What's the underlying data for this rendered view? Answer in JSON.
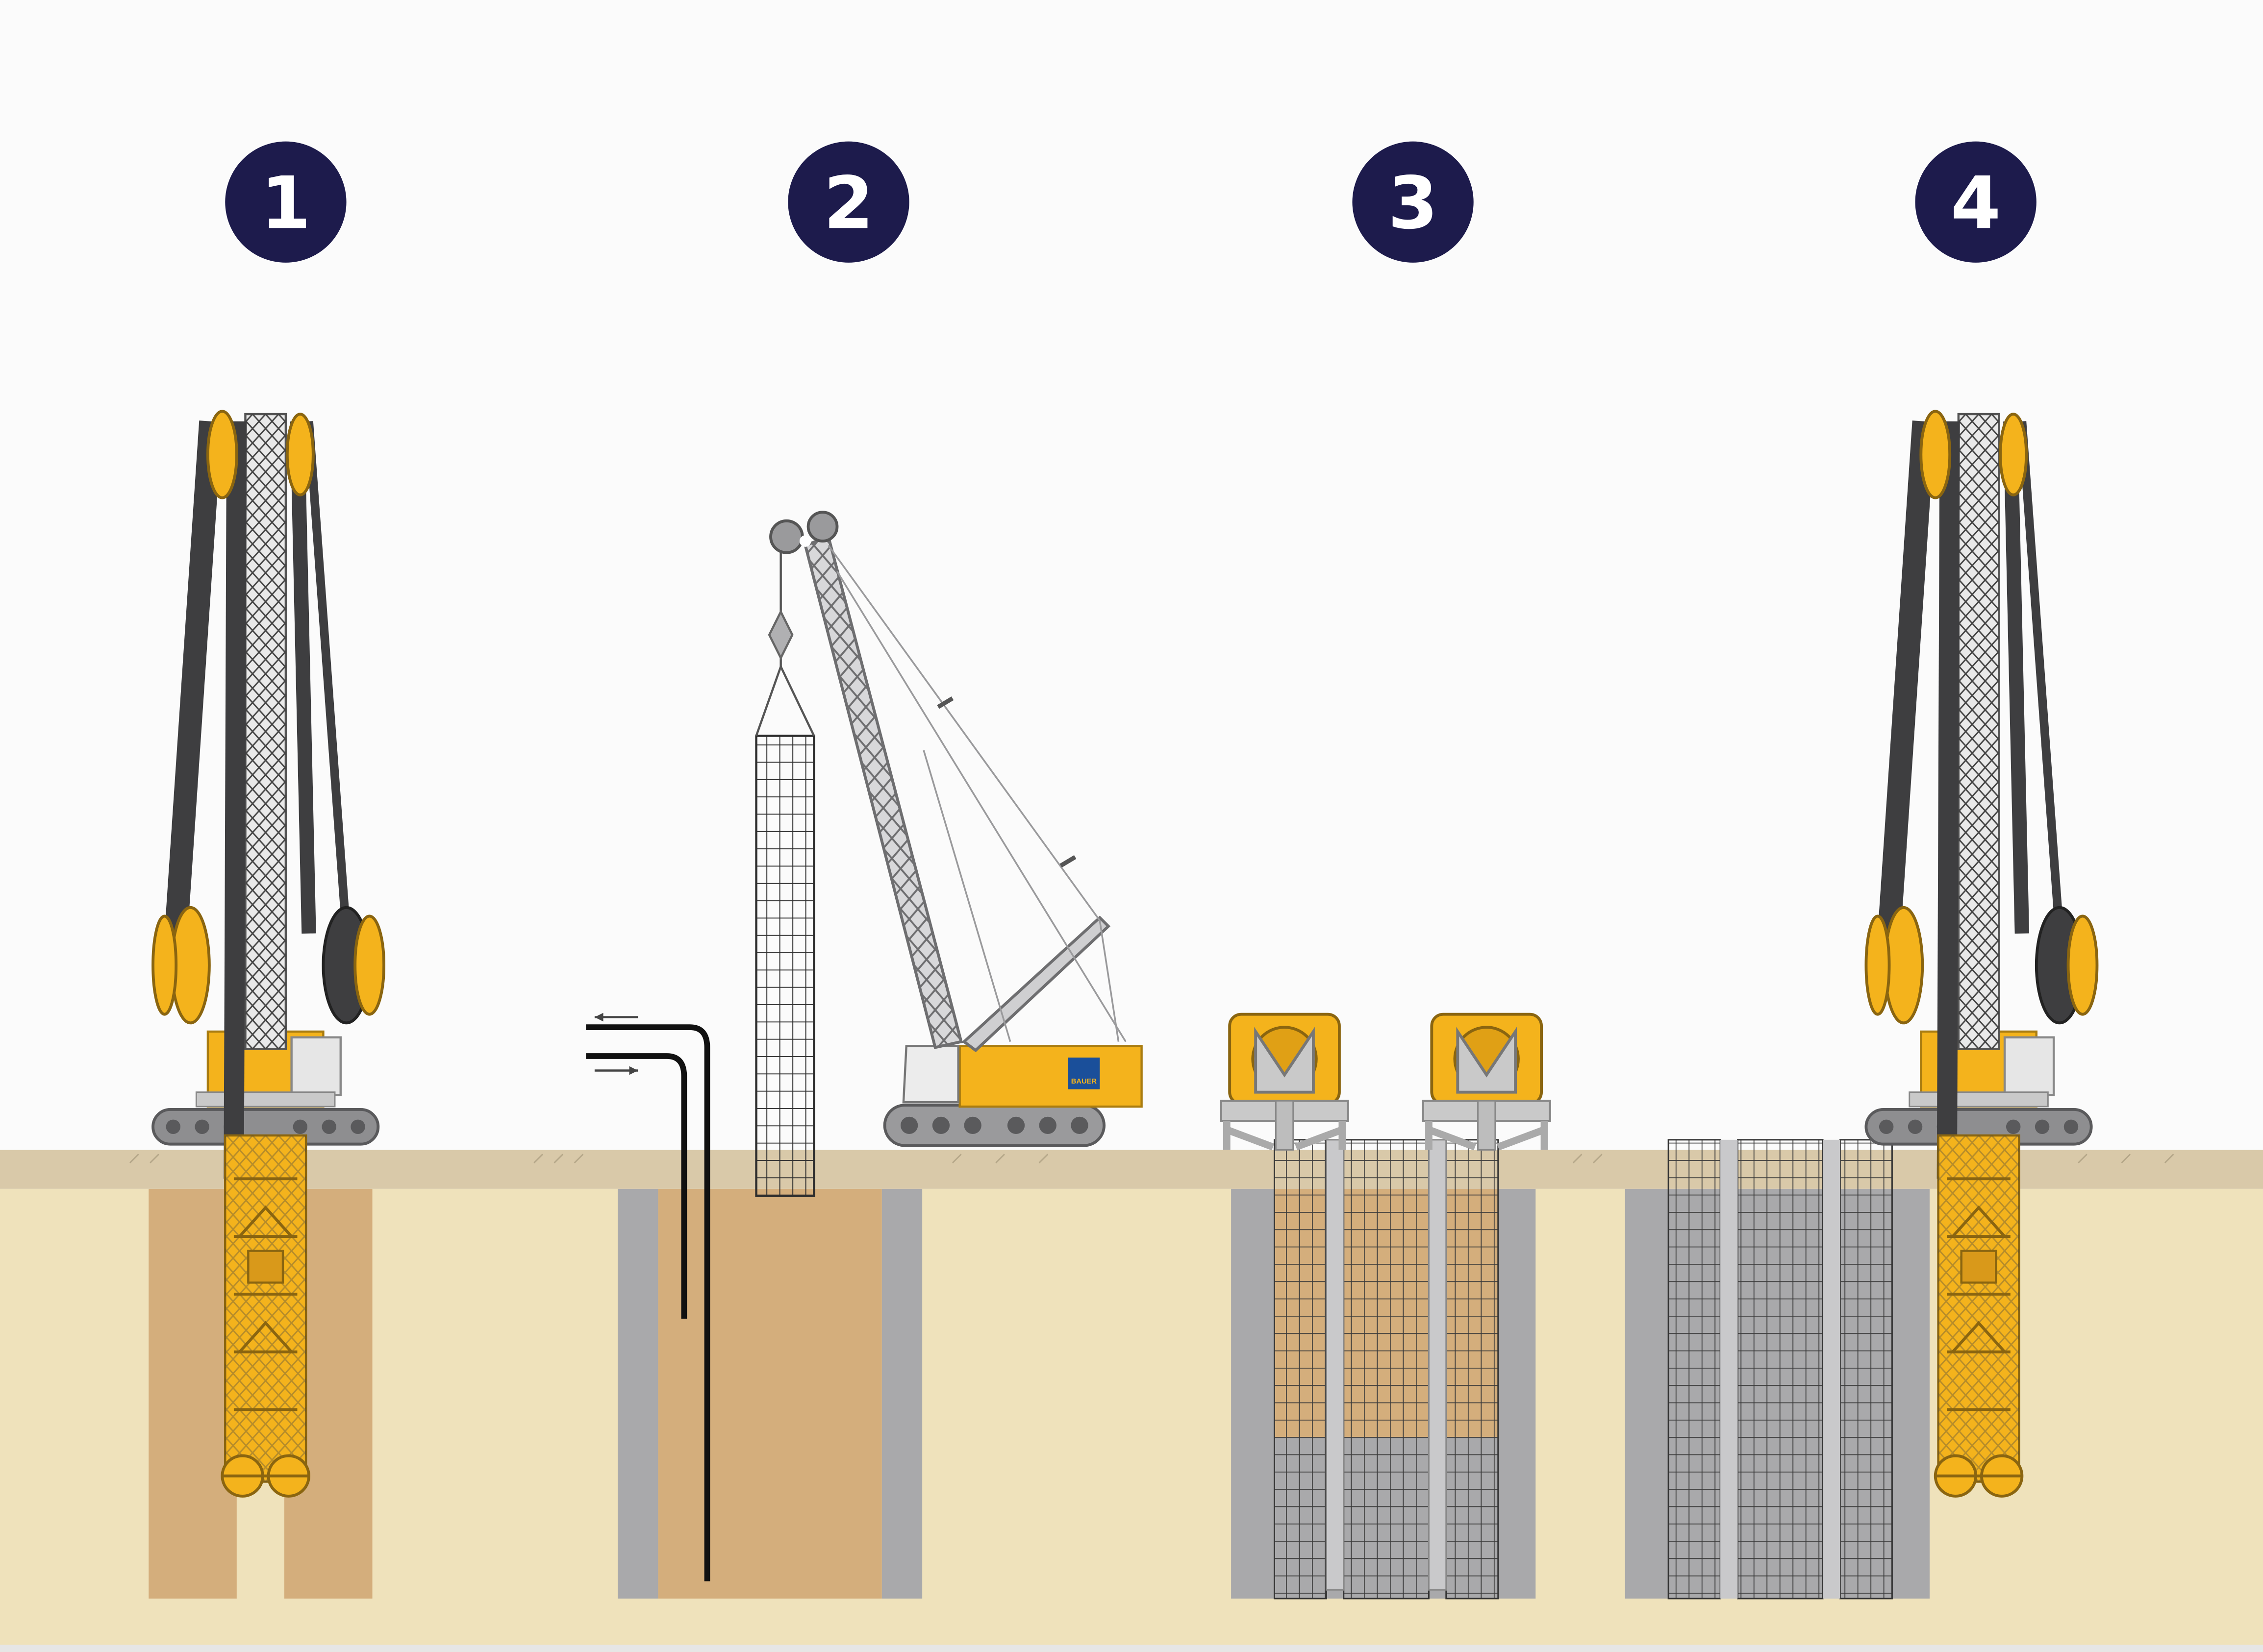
{
  "steps": [
    {
      "label": "1"
    },
    {
      "label": "2"
    },
    {
      "label": "3"
    },
    {
      "label": "4"
    }
  ],
  "crane_logo_text": "BAUER",
  "colors": {
    "badge": "#1d1b4c",
    "sky": "#fbfbfb",
    "ground_surface": "#d9c9a9",
    "soil": "#efe2bb",
    "excavation": "#d4ae7c",
    "wall_grey": "#a9a9ab",
    "machine_yellow": "#f4b31c",
    "machine_dark": "#3e3e40",
    "crane_grey": "#9a9a9c",
    "rebar": "#333333",
    "pipe": "#111111"
  },
  "icons": [
    "diaphragm-wall-cutter-rig-icon",
    "crawler-crane-icon",
    "concrete-skip-icon",
    "arrow-left-icon",
    "arrow-right-icon"
  ]
}
